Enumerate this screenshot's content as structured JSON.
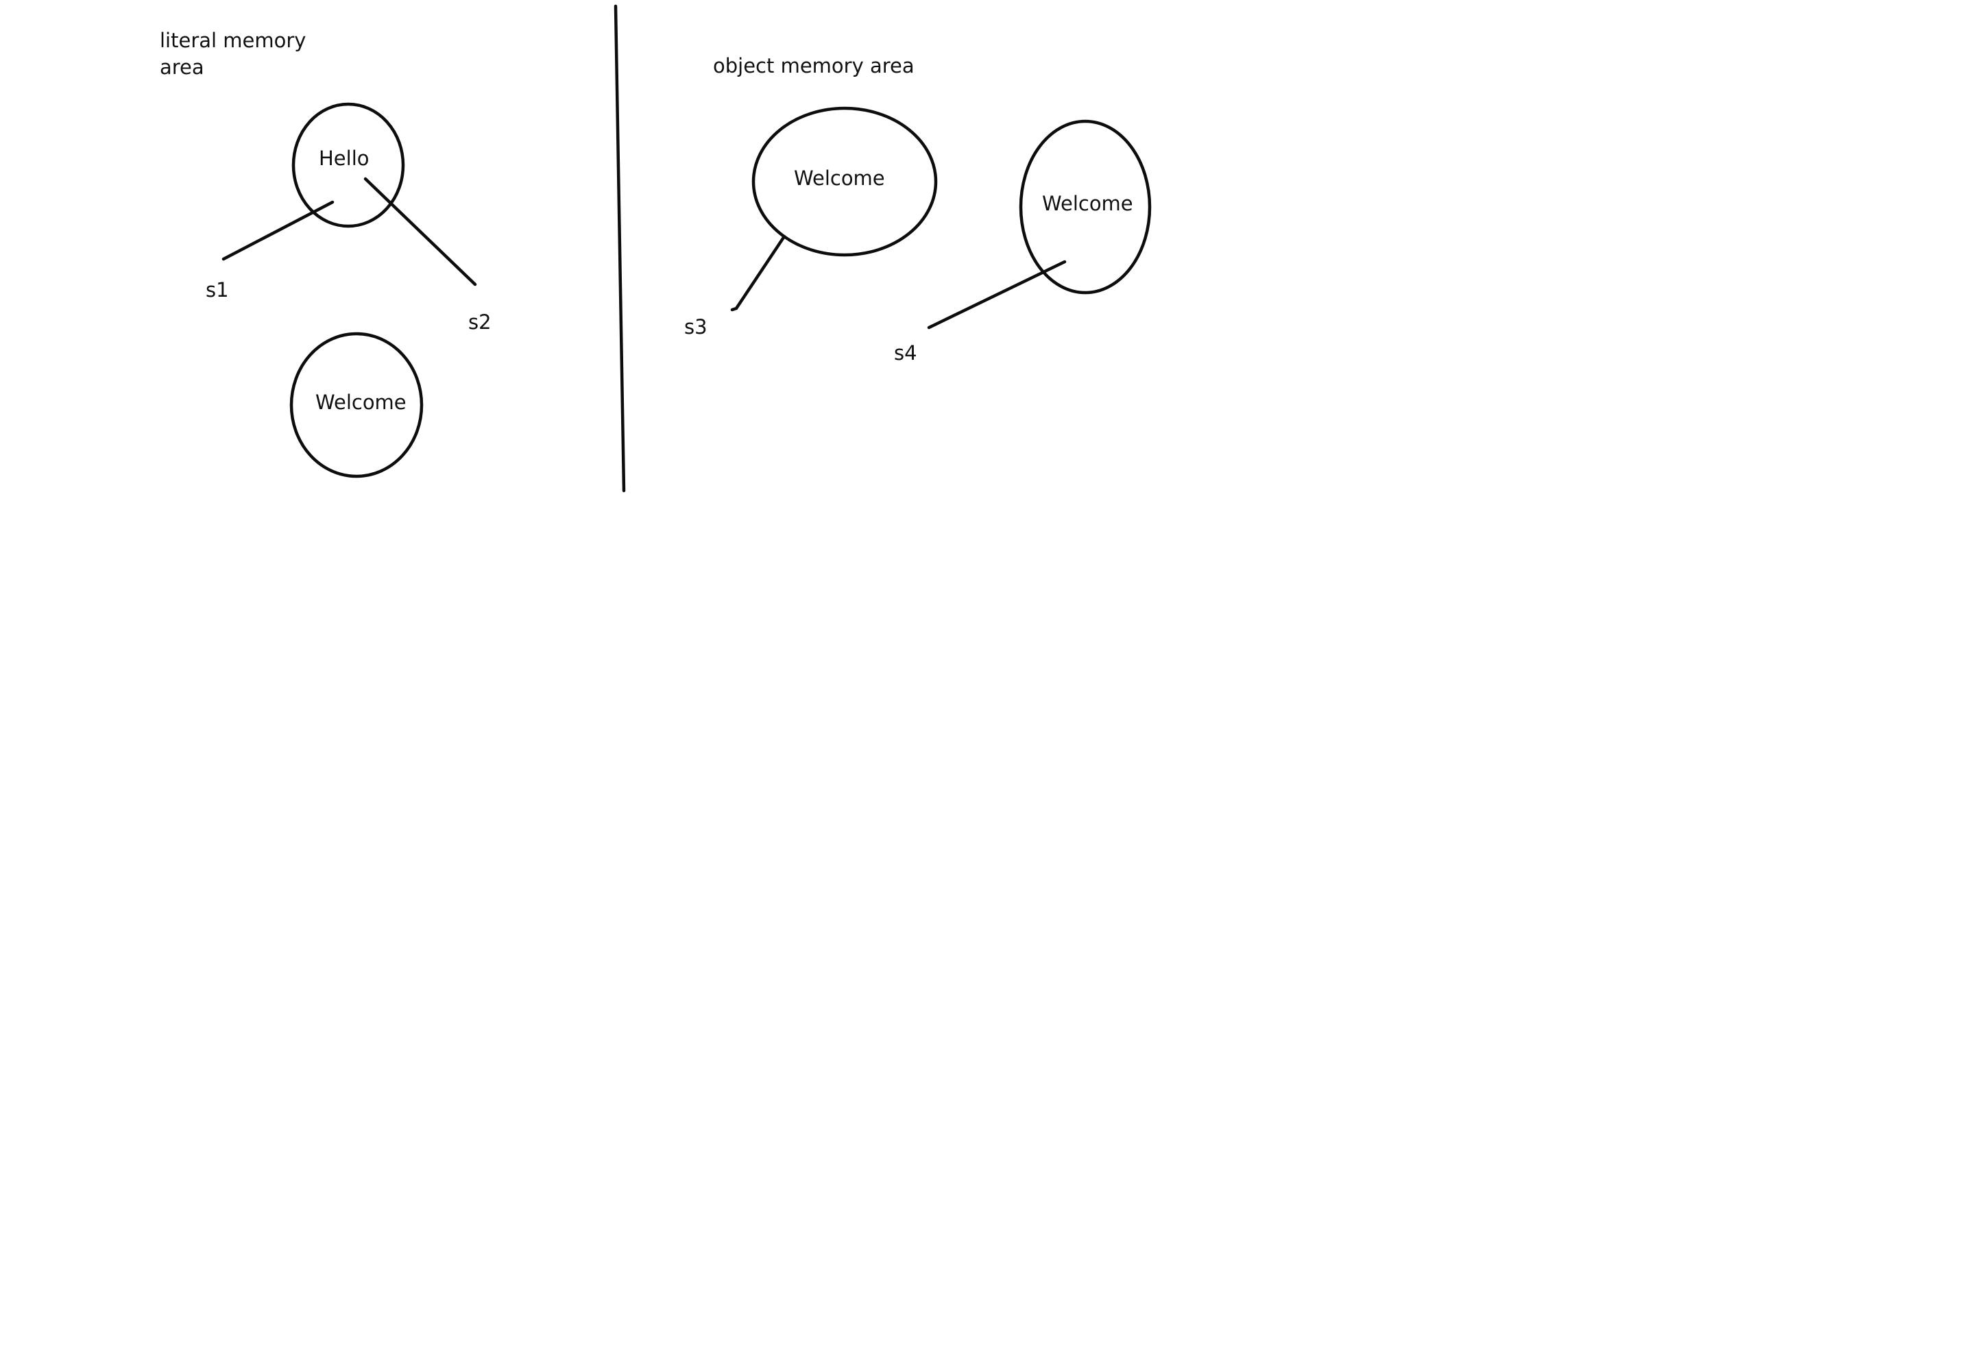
{
  "regions": {
    "literal": {
      "label_line1": "literal memory",
      "label_line2": "area"
    },
    "object": {
      "label": "object memory area"
    }
  },
  "nodes": {
    "hello": {
      "text": "Hello"
    },
    "welcome_literal": {
      "text": "Welcome"
    },
    "welcome_object_1": {
      "text": "Welcome"
    },
    "welcome_object_2": {
      "text": "Welcome"
    }
  },
  "references": {
    "s1": {
      "label": "s1"
    },
    "s2": {
      "label": "s2"
    },
    "s3": {
      "label": "s3"
    },
    "s4": {
      "label": "s4"
    }
  }
}
